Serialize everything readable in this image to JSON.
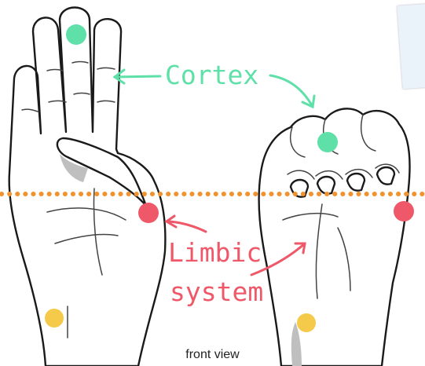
{
  "labels": {
    "cortex": "Cortex",
    "limbic_line1": "Limbic",
    "limbic_line2": "system"
  },
  "caption": "front view",
  "colors": {
    "cortex": "#5ee0a8",
    "limbic": "#ee5868",
    "brainstem": "#f5c94a",
    "divider": "#f0922e"
  }
}
